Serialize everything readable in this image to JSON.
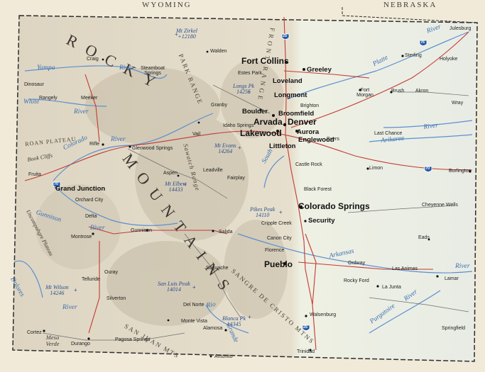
{
  "states": {
    "wyoming": "WYOMING",
    "nebraska": "NEBRASKA"
  },
  "cities": {
    "julesburg": "Julesburg",
    "walden": "Walden",
    "craig": "Craig",
    "steamboat": "Steamboat Springs",
    "fort_collins": "Fort Collins",
    "greeley": "Greeley",
    "sterling": "Sterling",
    "holyoke": "Holyoke",
    "estes_park": "Estes Park",
    "loveland": "Loveland",
    "dinosaur": "Dinosaur",
    "meeker": "Meeker",
    "rangely": "Rangely",
    "longmont": "Longmont",
    "fort_morgan": "Fort Morgan",
    "brush": "Brush",
    "akron": "Akron",
    "wray": "Wray",
    "granby": "Granby",
    "brighton": "Brighton",
    "boulder": "Boulder",
    "broomfield": "Broomfield",
    "idaho_springs": "Idaho Springs",
    "arvada": "Arvada",
    "denver": "Denver",
    "lakewood": "Lakewood",
    "aurora": "Aurora",
    "englewood": "Englewood",
    "littleton": "Littleton",
    "byers": "Byers",
    "last_chance": "Last Chance",
    "vail": "Vail",
    "rifle": "Rifle",
    "glenwood": "Glenwood Springs",
    "fruita": "Fruita",
    "castle_rock": "Castle Rock",
    "leadville": "Leadville",
    "limon": "Limon",
    "burlington": "Burlington",
    "aspen": "Aspen",
    "grand_junction": "Grand Junction",
    "fairplay": "Fairplay",
    "black_forest": "Black Forest",
    "orchard_city": "Orchard City",
    "colorado_springs": "Colorado Springs",
    "cheyenne_wells": "Cheyenne Wells",
    "delta": "Delta",
    "cripple_creek": "Cripple Creek",
    "security": "Security",
    "montrose": "Montrose",
    "gunnison": "Gunnison",
    "salida": "Salida",
    "canon_city": "Canon City",
    "eads": "Eads",
    "florence": "Florence",
    "pueblo": "Pueblo",
    "ouray": "Ouray",
    "ordway": "Ordway",
    "las_animas": "Las Animas",
    "telluride": "Telluride",
    "saguache": "Saguache",
    "rocky_ford": "Rocky Ford",
    "la_junta": "La Junta",
    "lamar": "Lamar",
    "silverton": "Silverton",
    "del_norte": "Del Norte",
    "monte_vista": "Monte Vista",
    "walsenburg": "Walsenburg",
    "alamosa": "Alamosa",
    "springfield": "Springfield",
    "cortez": "Cortez",
    "durango": "Durango",
    "pagosa": "Pagosa Springs",
    "antonito": "Antonito",
    "trinidad": "Trinidad"
  },
  "peaks": {
    "zirkel_name": "Mt Zirkel",
    "zirkel_elev": "12180",
    "longs_name": "Longs Pk",
    "longs_elev": "14255",
    "evans_name": "Mt Evans",
    "evans_elev": "14264",
    "elbert_name": "Mt Elbert",
    "elbert_elev": "14433",
    "pikes_name": "Pikes Peak",
    "pikes_elev": "14110",
    "wilson_name": "Mt Wilson",
    "wilson_elev": "14246",
    "sanluis_name": "San Luis Peak",
    "sanluis_elev": "14014",
    "blanca_name": "Blanca Pk",
    "blanca_elev": "14345"
  },
  "rivers": {
    "yampa": "Yampa",
    "river_yampa": "River",
    "white": "White",
    "river_white": "River",
    "colorado": "Colorado",
    "river_colorado": "River",
    "gunnison": "Gunnison",
    "river_gunnison": "River",
    "dolores": "Dolores",
    "river_dolores": "River",
    "platte": "Platte",
    "river_platte": "River",
    "south": "South",
    "river_north_platte": "River",
    "river_republican": "River",
    "arikaree": "Arikaree",
    "arkansas": "Arkansas",
    "river_arkansas": "River",
    "purgatoire": "Purgatoire",
    "river_purgatoire": "River",
    "rio": "Rio",
    "grande": "Grande"
  },
  "ranges": {
    "rocky": "ROCKY",
    "mountains": "MOUNTAINS",
    "park_range": "PARK RANGE",
    "front_range": "FRONT RANGE",
    "sawatch": "Sawatch Range",
    "sangre": "SANGRE DE CRISTO MTNS",
    "san_juan": "SAN JUAN MTS",
    "roan": "ROAN PLATEAU",
    "book_cliffs": "Book Cliffs",
    "uncompahgre": "Uncompahgre Plateau",
    "mesa_verde": "Mesa Verde"
  },
  "highways": {
    "i25": "25",
    "i76": "76",
    "i70": "70"
  },
  "colors": {
    "land": "#efeadb",
    "road": "#c23a33",
    "river": "#5b8fd0",
    "border": "#2d2d2d"
  }
}
